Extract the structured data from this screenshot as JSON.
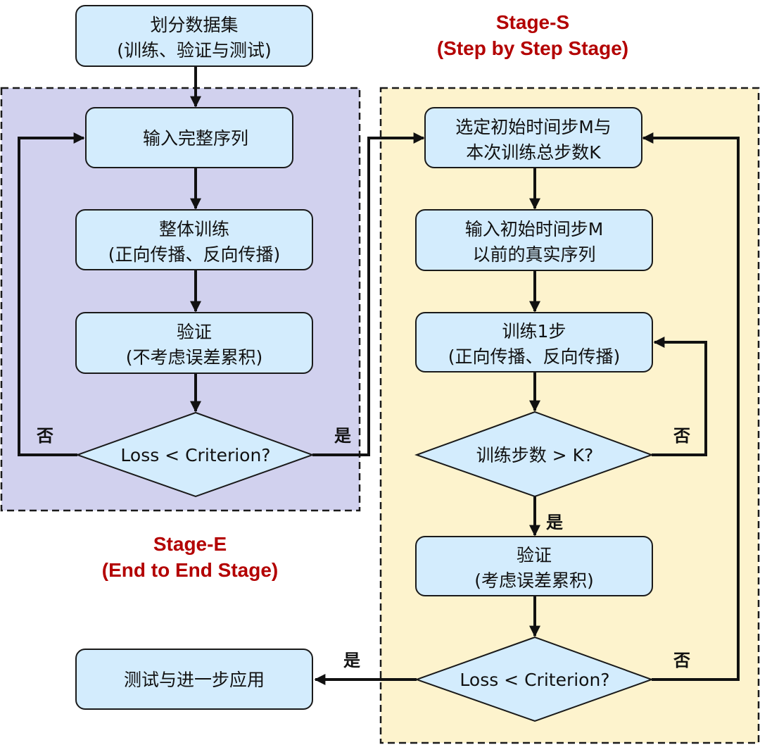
{
  "stages": {
    "stage_e": {
      "title": "Stage-E",
      "subtitle": "(End to End Stage)",
      "color": "#b30000",
      "fill": "#d1d1ee"
    },
    "stage_s": {
      "title": "Stage-S",
      "subtitle": "(Step by Step Stage)",
      "color": "#b30000",
      "fill": "#fdf3cd"
    }
  },
  "nodes": {
    "split": {
      "line1": "划分数据集",
      "line2": "(训练、验证与测试)"
    },
    "e_input": {
      "line1": "输入完整序列"
    },
    "e_train": {
      "line1": "整体训练",
      "line2": "(正向传播、反向传播)"
    },
    "e_validate": {
      "line1": "验证",
      "line2": "(不考虑误差累积)"
    },
    "e_decision": {
      "line1": "Loss < Criterion?"
    },
    "s_select": {
      "line1": "选定初始时间步M与",
      "line2": "本次训练总步数K"
    },
    "s_input": {
      "line1": "输入初始时间步M",
      "line2": "以前的真实序列"
    },
    "s_train": {
      "line1": "训练1步",
      "line2": "(正向传播、反向传播)"
    },
    "s_step_decision": {
      "line1": "训练步数 > K?"
    },
    "s_validate": {
      "line1": "验证",
      "line2": "(考虑误差累积)"
    },
    "s_decision": {
      "line1": "Loss < Criterion?"
    },
    "test": {
      "line1": "测试与进一步应用"
    }
  },
  "branches": {
    "e_no": "否",
    "e_yes": "是",
    "s_step_no": "否",
    "s_step_yes": "是",
    "s_no": "否",
    "s_yes": "是"
  },
  "colors": {
    "node_fill": "#d3ecfd",
    "stroke": "#111111"
  }
}
